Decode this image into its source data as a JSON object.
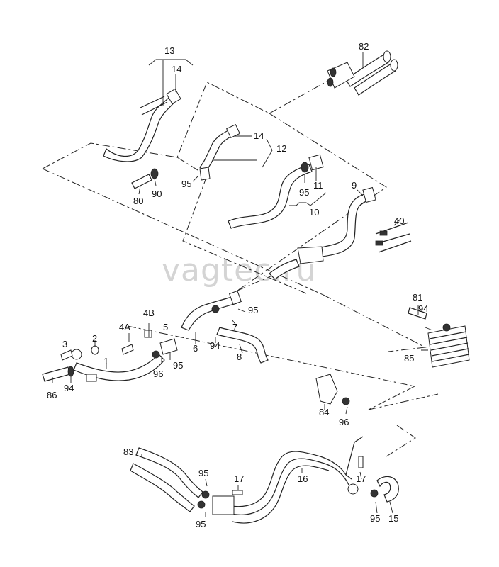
{
  "watermark": "vagtec.ru",
  "labels": {
    "l13": "13",
    "l14a": "14",
    "l82": "82",
    "l14b": "14",
    "l12": "12",
    "l95a": "95",
    "l80": "80",
    "l90": "90",
    "l11": "11",
    "l95b": "95",
    "l9": "9",
    "l10": "10",
    "l40": "40",
    "l81": "81",
    "l95c": "95",
    "l7": "7",
    "l4A": "4A",
    "l4B": "4B",
    "l5": "5",
    "l6": "6",
    "l94a": "94",
    "l8": "8",
    "l3": "3",
    "l2": "2",
    "l1": "1",
    "l96a": "96",
    "l95d": "95",
    "l94b": "94",
    "l85": "85",
    "l86": "86",
    "l94c": "94",
    "l84": "84",
    "l96b": "96",
    "l83": "83",
    "l95e": "95",
    "l17a": "17",
    "l16": "16",
    "l17b": "17",
    "l95f": "95",
    "l15": "15",
    "l95g": "95"
  }
}
